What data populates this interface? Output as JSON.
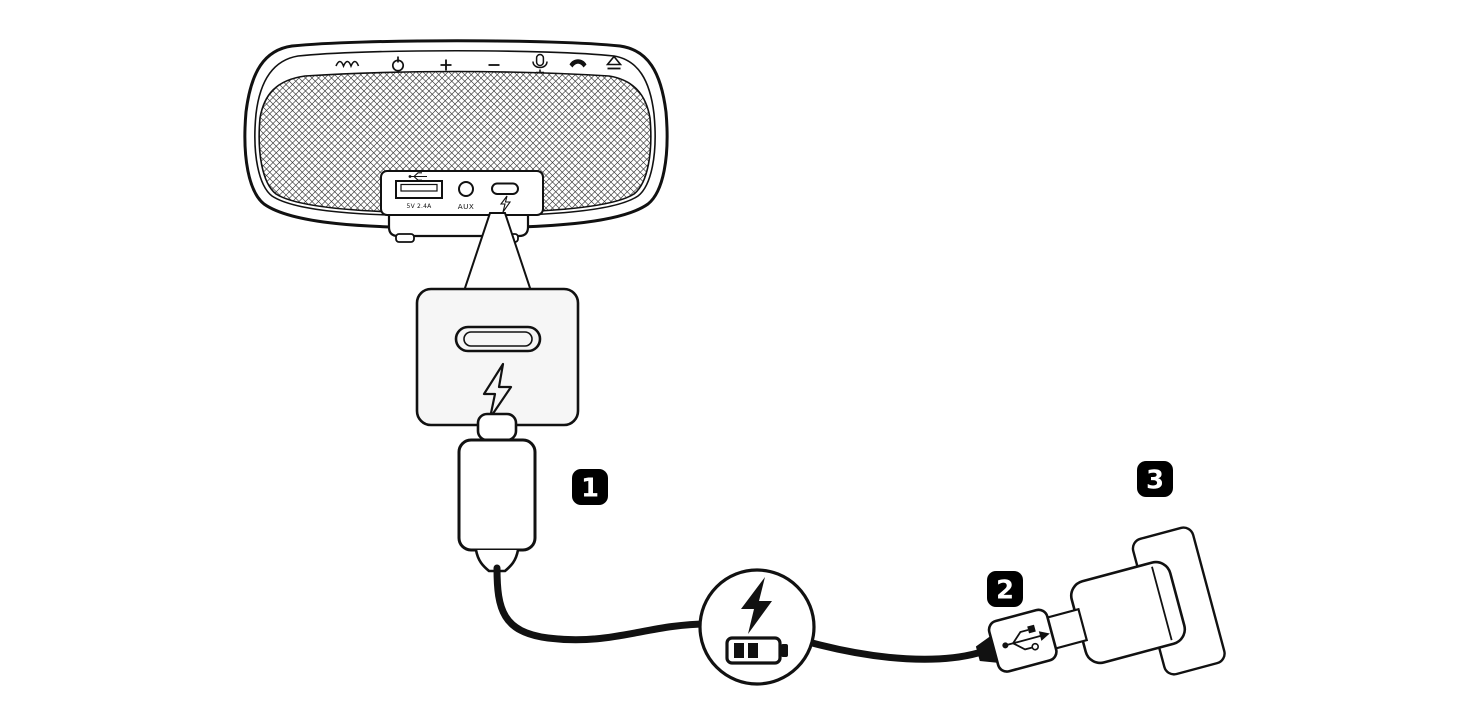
{
  "figure": {
    "kind": "device-charging-instruction-diagram",
    "background": "#ffffff"
  },
  "colors": {
    "line": "#111111",
    "badge_bg": "#000000",
    "badge_text": "#ffffff",
    "callout_bg": "#f6f6f6",
    "white": "#ffffff"
  },
  "steps": [
    {
      "number": "1",
      "label": "usb-c-plug-into-speaker-charging-port"
    },
    {
      "number": "2",
      "label": "usb-a-plug-into-power-adapter"
    },
    {
      "number": "3",
      "label": "power-adapter-into-wall-outlet"
    }
  ],
  "speaker": {
    "view": "portable-speaker-rear-view",
    "control_icons": [
      "brand-logo",
      "power-icon",
      "volume-up-icon",
      "volume-down-icon",
      "microphone-icon",
      "phone-icon",
      "eject-icon"
    ],
    "ports": [
      "usb-a-output-port",
      "aux-jack",
      "usb-c-charging-port"
    ],
    "port_labels": {
      "usb_out": "5V 2.4A",
      "aux": "AUX"
    }
  },
  "callout": {
    "shows": "usb-c-charging-port-magnified",
    "icons": [
      "usb-c-port-outline",
      "lightning-bolt-icon"
    ]
  },
  "cable": {
    "type": "usb-c-to-usb-a-charging-cable"
  },
  "charging_indicator": {
    "icons": [
      "lightning-bolt-icon",
      "battery-charging-icon"
    ]
  },
  "power_parts": [
    "usb-a-plug",
    "usb-logo-icon",
    "power-adapter",
    "wall-outlet-plate"
  ]
}
